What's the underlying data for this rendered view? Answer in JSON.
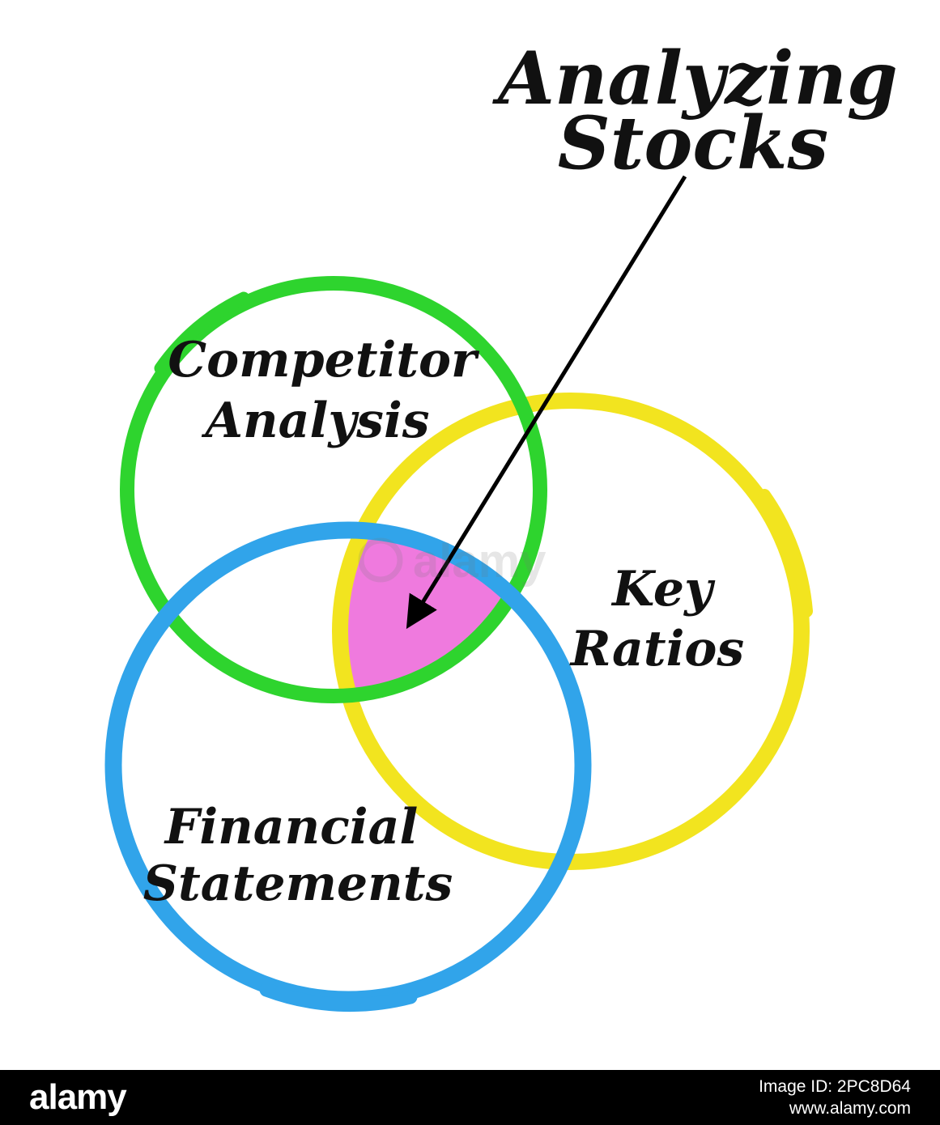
{
  "diagram": {
    "title": {
      "line1": "Analyzing",
      "line2": "Stocks"
    },
    "circles": [
      {
        "name": "Competitor Analysis",
        "label_line1": "Competitor",
        "label_line2": "Analysis",
        "color": "#2ed42e"
      },
      {
        "name": "Key Ratios",
        "label_line1": "Key",
        "label_line2": "Ratios",
        "color": "#f2e41f"
      },
      {
        "name": "Financial Statements",
        "label_line1": "Financial",
        "label_line2": "Statements",
        "color": "#31a4ea"
      }
    ],
    "intersection_color": "#ef7ade",
    "arrow_color": "#000000",
    "text_color": "#111111"
  },
  "watermark": {
    "center_text": "alamy",
    "footer_logo": "alamy",
    "image_id": "Image ID: 2PC8D64",
    "website": "www.alamy.com"
  }
}
